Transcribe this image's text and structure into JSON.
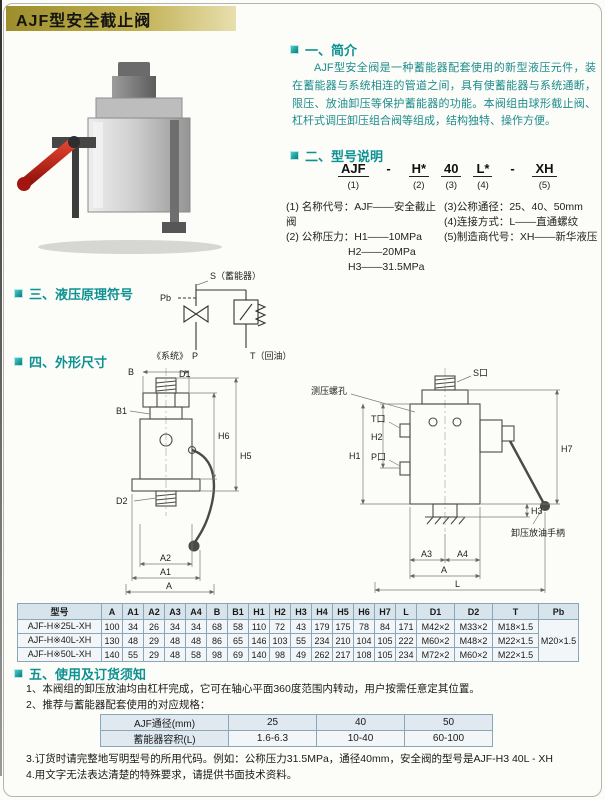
{
  "page": {
    "title": "AJF型安全截止阀"
  },
  "intro": {
    "heading": "一、简介",
    "body": "AJF型安全阀是一种蓄能器配套使用的新型液压元件，装在蓄能器与系统相连的管道之间，具有使蓄能器与系统通断，限压、放油卸压等保护蓄能器的功能。本阀组由球形截止阀、杠杆式调压卸压组合阀等组成，结构独特、操作方便。"
  },
  "model": {
    "heading": "二、型号说明",
    "code_parts": [
      {
        "text": "AJF",
        "index": "(1)",
        "underline": true
      },
      {
        "text": "-",
        "index": "",
        "underline": false
      },
      {
        "text": "H*",
        "index": "(2)",
        "underline": true
      },
      {
        "text": "40",
        "index": "(3)",
        "underline": true
      },
      {
        "text": "L*",
        "index": "(4)",
        "underline": true
      },
      {
        "text": "-",
        "index": "",
        "underline": false
      },
      {
        "text": "XH",
        "index": "(5)",
        "underline": true
      }
    ],
    "left_items": [
      {
        "text": "(1) 名称代号：AJF——安全截止阀",
        "indent": false
      },
      {
        "text": "(2) 公称压力：H1——10MPa",
        "indent": false
      },
      {
        "text": "H2——20MPa",
        "indent": true
      },
      {
        "text": "H3——31.5MPa",
        "indent": true
      }
    ],
    "right_items": [
      {
        "text": "(3)公称通径：25、40、50mm",
        "indent": false
      },
      {
        "text": "(4)连接方式：L——直通螺纹",
        "indent": false
      },
      {
        "text": "(5)制造商代号：XH——新华液压",
        "indent": false
      }
    ]
  },
  "symbol": {
    "heading": "三、液压原理符号",
    "labels": {
      "s": "S（蓄能器）",
      "pb": "Pb",
      "system": "《系统》",
      "p": "P",
      "t": "T（回油）"
    }
  },
  "dims": {
    "heading": "四、外形尺寸",
    "left": {
      "d1": "D1",
      "b": "B",
      "b1": "B1",
      "h6": "H6",
      "h5": "H5",
      "d2": "D2",
      "a2": "A2",
      "a1": "A1",
      "a": "A"
    },
    "right": {
      "gauge": "测压螺孔",
      "s": "S口",
      "t": "T口",
      "p": "P口",
      "handle": "卸压放油手柄",
      "h1": "H1",
      "h2": "H2",
      "h3": "H3",
      "h7": "H7",
      "a3": "A3",
      "a4": "A4",
      "a": "A",
      "l": "L"
    }
  },
  "table": {
    "headers": [
      "型号",
      "A",
      "A1",
      "A2",
      "A3",
      "A4",
      "B",
      "B1",
      "H1",
      "H2",
      "H3",
      "H4",
      "H5",
      "H6",
      "H7",
      "L",
      "D1",
      "D2",
      "T",
      "Pb"
    ],
    "rows": [
      [
        "AJF-H※25L-XH",
        "100",
        "34",
        "26",
        "34",
        "34",
        "68",
        "58",
        "110",
        "72",
        "43",
        "179",
        "175",
        "78",
        "84",
        "171",
        "M42×2",
        "M33×2",
        "M18×1.5"
      ],
      [
        "AJF-H※40L-XH",
        "130",
        "48",
        "29",
        "48",
        "48",
        "86",
        "65",
        "146",
        "103",
        "55",
        "234",
        "210",
        "104",
        "105",
        "222",
        "M60×2",
        "M48×2",
        "M22×1.5"
      ],
      [
        "AJF-H※50L-XH",
        "140",
        "55",
        "29",
        "48",
        "58",
        "98",
        "69",
        "140",
        "98",
        "49",
        "262",
        "217",
        "108",
        "105",
        "234",
        "M72×2",
        "M60×2",
        "M22×1.5"
      ]
    ],
    "pb_value": "M20×1.5"
  },
  "notes": {
    "heading": "五、使用及订货须知",
    "items_top": [
      "1、本阀组的卸压放油均由杠杆完成，它可在轴心平面360度范围内转动，用户按需任意定其位置。",
      "2、推荐与蓄能器配套使用的对应规格："
    ],
    "mini_table": {
      "rows": [
        [
          "AJF通径(mm)",
          "25",
          "40",
          "50"
        ],
        [
          "蓄能器容积(L)",
          "1.6-6.3",
          "10-40",
          "60-100"
        ]
      ]
    },
    "items_bottom": [
      "3.订货时请完整地写明型号的所用代码。例如：公称压力31.5MPa，通径40mm，安全阀的型号是AJF-H3 40L - XH",
      "4.用文字无法表达清楚的特殊要求，请提供书面技术资料。"
    ]
  }
}
